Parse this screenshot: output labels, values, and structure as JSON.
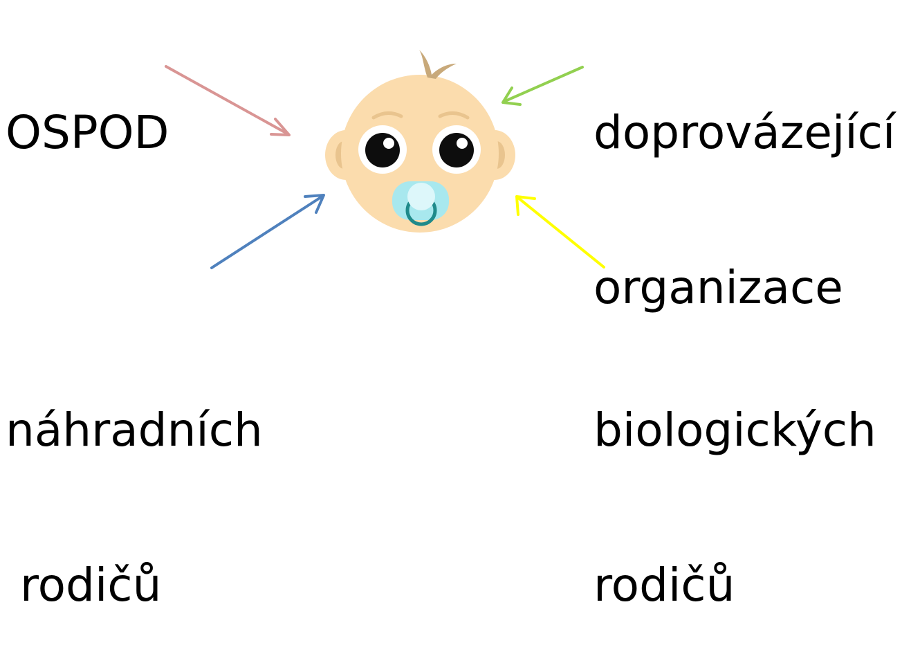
{
  "labels": {
    "ospod": [
      "OSPOD"
    ],
    "organization": [
      "doprovázející",
      "organizace"
    ],
    "foster_parents": [
      "náhradních",
      " rodičů"
    ],
    "biological_parents": [
      "biologických",
      "rodičů"
    ]
  },
  "arrows": {
    "ospod": {
      "color": "#d99594"
    },
    "organization": {
      "color": "#92d050"
    },
    "foster_parents": {
      "color": "#4f81bd"
    },
    "biological_parents": {
      "color": "#ffff00"
    }
  },
  "baby": {
    "icon": "baby-face-icon",
    "skin_color": "#fbdcad",
    "ear_inner_color": "#e9c48e",
    "hair_color": "#c8a97a",
    "pacifier_color": "#a8e8ee",
    "pacifier_ring_color": "#1f8a8a"
  }
}
